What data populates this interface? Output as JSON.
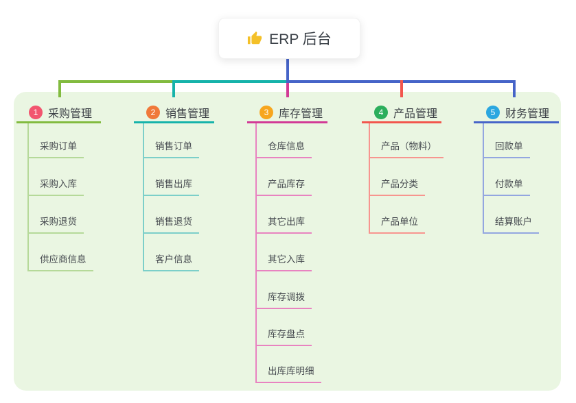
{
  "root": {
    "label": "ERP 后台",
    "icon": "thumbs-up"
  },
  "colors": {
    "panel_background": "#eaf6e2",
    "root_line": "#4664c8",
    "header_text": "#3d4147",
    "child_text": "#45494f"
  },
  "branches": [
    {
      "number": "1",
      "label": "采购管理",
      "badge_color": "#f2556f",
      "line_color": "#82bb3f",
      "child_line_color": "#b5d999",
      "children": [
        "采购订单",
        "采购入库",
        "采购退货",
        "供应商信息"
      ]
    },
    {
      "number": "2",
      "label": "销售管理",
      "badge_color": "#f0793a",
      "line_color": "#16b3aa",
      "child_line_color": "#7ccfc9",
      "children": [
        "销售订单",
        "销售出库",
        "销售退货",
        "客户信息"
      ]
    },
    {
      "number": "3",
      "label": "库存管理",
      "badge_color": "#f7a61e",
      "line_color": "#d23a96",
      "child_line_color": "#e883c0",
      "children": [
        "仓库信息",
        "产品库存",
        "其它出库",
        "其它入库",
        "库存调拨",
        "库存盘点",
        "出库库明细"
      ]
    },
    {
      "number": "4",
      "label": "产品管理",
      "badge_color": "#2cae5c",
      "line_color": "#f2564d",
      "child_line_color": "#f7958f",
      "children": [
        "产品（物料）",
        "产品分类",
        "产品单位"
      ]
    },
    {
      "number": "5",
      "label": "财务管理",
      "badge_color": "#2ba7e0",
      "line_color": "#4664c8",
      "child_line_color": "#93a6e0",
      "children": [
        "回款单",
        "付款单",
        "结算账户"
      ]
    }
  ]
}
